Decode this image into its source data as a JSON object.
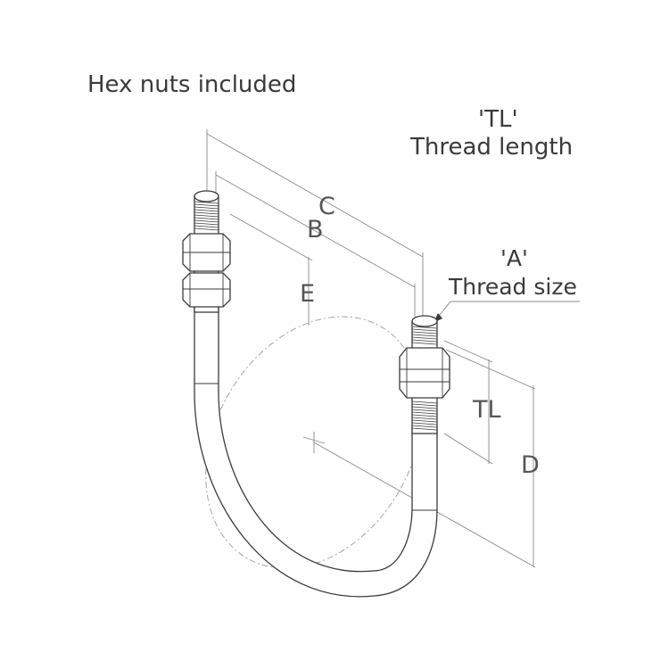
{
  "title": "Hex nuts included",
  "labels": {
    "tl_code": "'TL'",
    "tl_name": "Thread length",
    "a_code": "'A'",
    "a_name": "Thread size"
  },
  "dimensions": {
    "c": "C",
    "b": "B",
    "e": "E",
    "tl": "TL",
    "d": "D"
  }
}
